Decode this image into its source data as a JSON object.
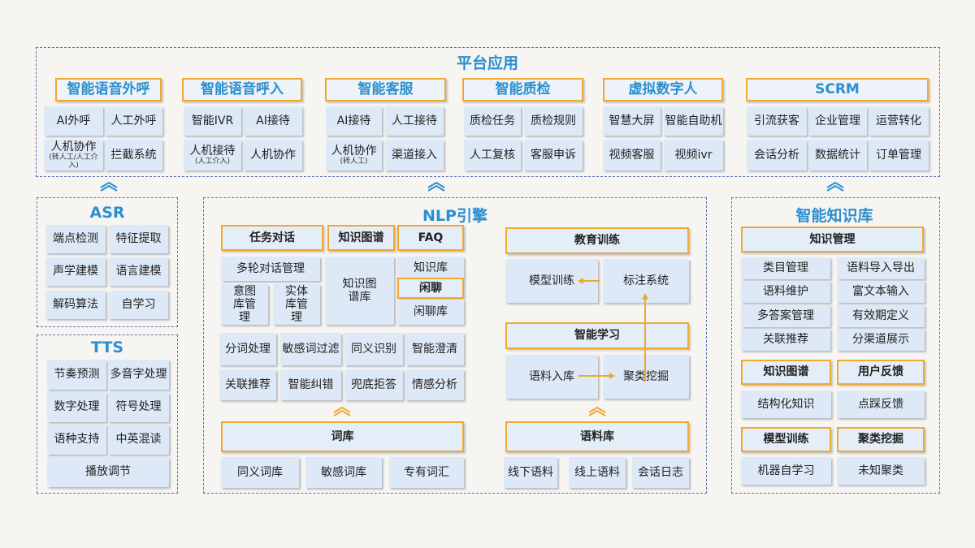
{
  "platform": {
    "title": "平台应用",
    "groups": [
      {
        "title": "智能语音外呼",
        "cells": [
          "AI外呼",
          "人工外呼",
          "人机协作",
          "拦截系统"
        ],
        "note": "(转人工/人工介入)"
      },
      {
        "title": "智能语音呼入",
        "cells": [
          "智能IVR",
          "AI接待",
          "人机接待",
          "人机协作"
        ],
        "note": "(人工介入)"
      },
      {
        "title": "智能客服",
        "cells": [
          "AI接待",
          "人工接待",
          "人机协作",
          "渠道接入"
        ],
        "note": "(转人工)"
      },
      {
        "title": "智能质检",
        "cells": [
          "质检任务",
          "质检规则",
          "人工复核",
          "客服申诉"
        ]
      },
      {
        "title": "虚拟数字人",
        "cells": [
          "智慧大屏",
          "智能自助机",
          "视频客服",
          "视频ivr"
        ]
      },
      {
        "title": "SCRM",
        "cells": [
          "引流获客",
          "企业管理",
          "运营转化",
          "会话分析",
          "数据统计",
          "订单管理"
        ]
      }
    ]
  },
  "asr": {
    "title": "ASR",
    "cells": [
      "端点检测",
      "特征提取",
      "声学建模",
      "语言建模",
      "解码算法",
      "自学习"
    ]
  },
  "tts": {
    "title": "TTS",
    "cells": [
      "节奏预测",
      "多音字处理",
      "数字处理",
      "符号处理",
      "语种支持",
      "中英混读",
      "播放调节"
    ]
  },
  "nlp": {
    "title": "NLP引擎",
    "headers": [
      "任务对话",
      "知识图谱",
      "FAQ",
      "闲聊"
    ],
    "cells": [
      "多轮对话管理",
      "意图库管理",
      "实体库管理",
      "知识图谱库",
      "知识库",
      "闲聊库"
    ],
    "grid": [
      "分词处理",
      "敏感词过滤",
      "同义识别",
      "智能澄清",
      "关联推荐",
      "智能纠错",
      "兜底拒答",
      "情感分析"
    ],
    "lexicon": {
      "title": "词库",
      "cells": [
        "同义词库",
        "敏感词库",
        "专有词汇"
      ]
    },
    "training": {
      "title": "教育训练",
      "cells": [
        "模型训练",
        "标注系统"
      ]
    },
    "learning": {
      "title": "智能学习",
      "cells": [
        "语料入库",
        "聚类挖掘"
      ]
    },
    "corpus": {
      "title": "语料库",
      "cells": [
        "线下语料",
        "线上语料",
        "会话日志"
      ]
    }
  },
  "kb": {
    "title": "智能知识库",
    "mgmt": {
      "title": "知识管理",
      "cells": [
        "类目管理",
        "语料导入导出",
        "语料维护",
        "富文本输入",
        "多答案管理",
        "有效期定义",
        "关联推荐",
        "分渠道展示"
      ]
    },
    "sections": [
      {
        "title": "知识图谱",
        "cell": "结构化知识"
      },
      {
        "title": "用户反馈",
        "cell": "点踩反馈"
      },
      {
        "title": "模型训练",
        "cell": "机器自学习"
      },
      {
        "title": "聚类挖掘",
        "cell": "未知聚类"
      }
    ]
  }
}
